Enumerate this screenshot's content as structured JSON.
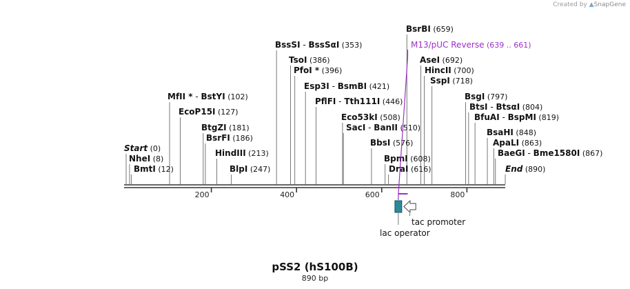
{
  "credit": {
    "prefix": "Created by",
    "brand": "SnapGene"
  },
  "map": {
    "title": "pSS2 (hS100B)",
    "length_label": "890 bp",
    "length": 890
  },
  "ruler": {
    "ticks": [
      {
        "value": 200,
        "label": "200"
      },
      {
        "value": 400,
        "label": "400"
      },
      {
        "value": 600,
        "label": "600"
      },
      {
        "value": 800,
        "label": "800"
      }
    ]
  },
  "sites": [
    {
      "name": "BssSI",
      "alt": "BssSαI",
      "pos_label": "(353)",
      "pos": 353
    },
    {
      "name": "TsoI",
      "pos_label": "(386)",
      "pos": 386
    },
    {
      "name": "PfoI *",
      "pos_label": "(396)",
      "pos": 396
    },
    {
      "name": "Esp3I",
      "alt": "BsmBI",
      "pos_label": "(421)",
      "pos": 421
    },
    {
      "name": "PflFI",
      "alt": "Tth111I",
      "pos_label": "(446)",
      "pos": 446
    },
    {
      "name": "Eco53kI",
      "pos_label": "(508)",
      "pos": 508
    },
    {
      "name": "SacI",
      "alt": "BanII",
      "pos_label": "(510)",
      "pos": 510
    },
    {
      "name": "BbsI",
      "pos_label": "(576)",
      "pos": 576
    },
    {
      "name": "BpmI",
      "pos_label": "(608)",
      "pos": 608
    },
    {
      "name": "DraI",
      "pos_label": "(616)",
      "pos": 616
    },
    {
      "name": "MfII *",
      "alt": "BstYI",
      "pos_label": "(102)",
      "pos": 102
    },
    {
      "name": "EcoP15I",
      "pos_label": "(127)",
      "pos": 127
    },
    {
      "name": "BtgZI",
      "pos_label": "(181)",
      "pos": 181
    },
    {
      "name": "BsrFI",
      "pos_label": "(186)",
      "pos": 186
    },
    {
      "name": "HindIII",
      "pos_label": "(213)",
      "pos": 213
    },
    {
      "name": "BlpI",
      "pos_label": "(247)",
      "pos": 247
    },
    {
      "name": "Start",
      "pos_label": "(0)",
      "pos": 0,
      "italic": true
    },
    {
      "name": "NheI",
      "pos_label": "(8)",
      "pos": 8
    },
    {
      "name": "BmtI",
      "pos_label": "(12)",
      "pos": 12
    },
    {
      "name": "BsrBI",
      "pos_label": "(659)",
      "pos": 659
    },
    {
      "name": "AseI",
      "pos_label": "(692)",
      "pos": 692
    },
    {
      "name": "HincII",
      "pos_label": "(700)",
      "pos": 700
    },
    {
      "name": "SspI",
      "pos_label": "(718)",
      "pos": 718
    },
    {
      "name": "BsgI",
      "pos_label": "(797)",
      "pos": 797
    },
    {
      "name": "BtsI",
      "alt": "BtsαI",
      "pos_label": "(804)",
      "pos": 804
    },
    {
      "name": "BfuAI",
      "alt": "BspMI",
      "pos_label": "(819)",
      "pos": 819
    },
    {
      "name": "BsaHI",
      "pos_label": "(848)",
      "pos": 848
    },
    {
      "name": "ApaLI",
      "pos_label": "(863)",
      "pos": 863
    },
    {
      "name": "BaeGI",
      "alt": "Bme1580I",
      "pos_label": "(867)",
      "pos": 867
    },
    {
      "name": "End",
      "pos_label": "(890)",
      "pos": 890,
      "italic": true
    }
  ],
  "primer": {
    "name": "M13/pUC Reverse",
    "range_label": "(639 .. 661)",
    "start": 639,
    "end": 661,
    "color": "#9b30c8"
  },
  "features": [
    {
      "name": "lac operator",
      "start": 631,
      "end": 647,
      "kind": "box",
      "color": "#2a8a9a"
    },
    {
      "name": "tac promoter",
      "start": 652,
      "end": 680,
      "kind": "arrow-left",
      "color": "#ffffff"
    }
  ],
  "colors": {
    "text": "#111111",
    "line": "#555555",
    "axis": "#333333"
  }
}
